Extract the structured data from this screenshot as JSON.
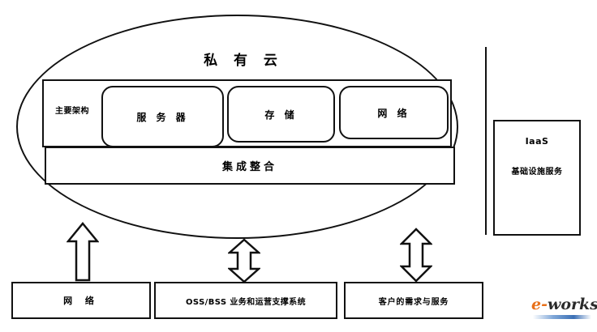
{
  "diagram": {
    "cloud": {
      "title": "私 有 云",
      "architecture_label": "主要架构",
      "resources": [
        {
          "label": "服 务 器"
        },
        {
          "label": "存 储"
        },
        {
          "label": "网 络"
        }
      ],
      "integration_label": "集成整合"
    },
    "service_model": {
      "title": "IaaS",
      "subtitle": "基础设施服务"
    },
    "foundations": [
      {
        "label": "网 络"
      },
      {
        "label": "OSS/BSS 业务和运营支撑系统"
      },
      {
        "label": "客户的需求与服务"
      }
    ],
    "connectors": [
      {
        "name": "network-up-arrow",
        "type": "single-up"
      },
      {
        "name": "ossbss-bidirectional-arrow",
        "type": "double-vertical"
      },
      {
        "name": "customer-bidirectional-arrow",
        "type": "double-vertical"
      }
    ]
  },
  "watermark": {
    "brand_prefix": "e",
    "brand_dash": "-",
    "brand_suffix": "works",
    "accent_color": "#E8701A",
    "text_color": "#2b2b2b"
  }
}
